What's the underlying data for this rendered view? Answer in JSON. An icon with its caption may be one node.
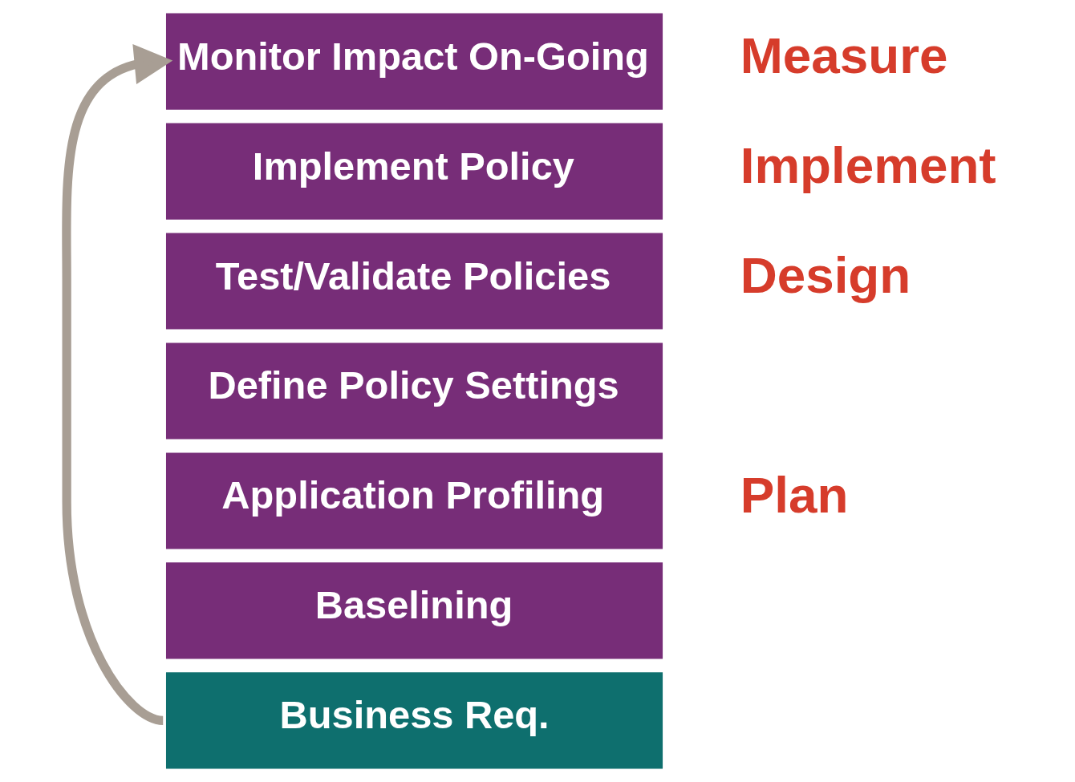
{
  "diagram": {
    "nodes": [
      {
        "text": [
          "Monitor Impact On-Going"
        ]
      },
      {
        "text": [
          "Implement Policy"
        ]
      },
      {
        "text": [
          "Test/Validate Policies"
        ]
      },
      {
        "text": [
          "Define Policy Settings"
        ]
      },
      {
        "text": [
          "Application Profiling"
        ]
      },
      {
        "text": [
          "Baselining"
        ]
      },
      {
        "text": [
          "Business Req."
        ]
      }
    ],
    "edges": [
      {
        "from": 6,
        "to": 0,
        "arrow": "to"
      }
    ],
    "labels": [
      "Measure",
      "Implement",
      "Design",
      "Plan"
    ]
  }
}
